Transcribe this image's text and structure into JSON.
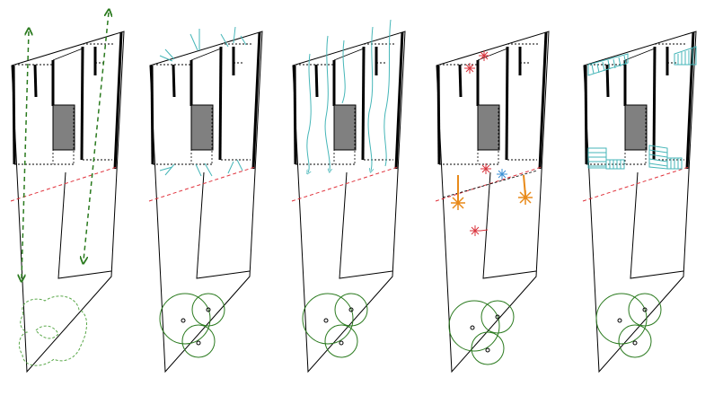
{
  "diagram": {
    "panels": [
      {
        "id": "airflow",
        "overlay": "air-flow-arrows"
      },
      {
        "id": "light",
        "overlay": "light-rays"
      },
      {
        "id": "ventilation",
        "overlay": "ventilation-waves"
      },
      {
        "id": "heat",
        "overlay": "heat-sources"
      },
      {
        "id": "shading",
        "overlay": "shading-devices"
      }
    ],
    "colors": {
      "wall": "#000000",
      "core": "#808080",
      "dashed_line": "#e0303a",
      "green": "#2a7a1e",
      "teal": "#46b6b8",
      "orange": "#e88a1a",
      "red_star": "#d9323b",
      "blue_star": "#3a8fd4",
      "green_dashed": "#5aa84a"
    }
  }
}
